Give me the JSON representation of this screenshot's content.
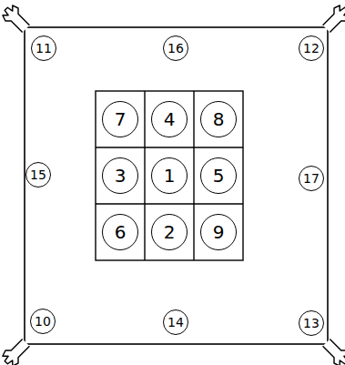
{
  "diagram": {
    "nodes": [
      {
        "text": [
          "11"
        ]
      },
      {
        "text": [
          "16"
        ]
      },
      {
        "text": [
          "12"
        ]
      },
      {
        "text": [
          "7"
        ]
      },
      {
        "text": [
          "4"
        ]
      },
      {
        "text": [
          "8"
        ]
      },
      {
        "text": [
          "15"
        ]
      },
      {
        "text": [
          "3"
        ]
      },
      {
        "text": [
          "1"
        ]
      },
      {
        "text": [
          "5"
        ]
      },
      {
        "text": [
          "17"
        ]
      },
      {
        "text": [
          "6"
        ]
      },
      {
        "text": [
          "2"
        ]
      },
      {
        "text": [
          "9"
        ]
      },
      {
        "text": [
          "10"
        ]
      },
      {
        "text": [
          "14"
        ]
      },
      {
        "text": [
          "13"
        ]
      }
    ]
  }
}
